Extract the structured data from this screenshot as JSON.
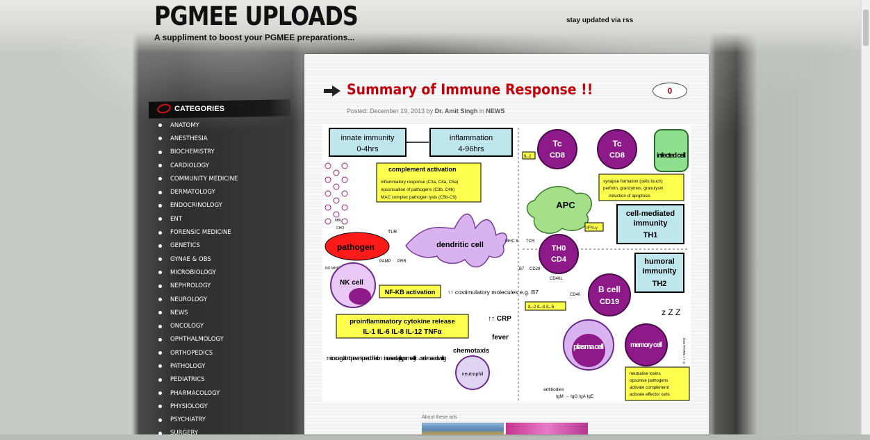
{
  "site": {
    "title": "PGMEE UPLOADS",
    "tagline": "A suppliment to boost your PGMEE preparations...",
    "rss": "stay updated via rss"
  },
  "sidebar": {
    "heading": "CATEGORIES",
    "items": [
      {
        "label": "ANATOMY"
      },
      {
        "label": "ANESTHESIA"
      },
      {
        "label": "BIOCHEMISTRY"
      },
      {
        "label": "CARDIOLOGY"
      },
      {
        "label": "COMMUNITY MEDICINE"
      },
      {
        "label": "DERMATOLOGY"
      },
      {
        "label": "ENDOCRINOLOGY"
      },
      {
        "label": "ENT"
      },
      {
        "label": "FORENSIC MEDICINE"
      },
      {
        "label": "GENETICS"
      },
      {
        "label": "GYNAE & OBS"
      },
      {
        "label": "MICROBIOLOGY"
      },
      {
        "label": "NEPHROLOGY"
      },
      {
        "label": "NEUROLOGY"
      },
      {
        "label": "NEWS"
      },
      {
        "label": "ONCOLOGY"
      },
      {
        "label": "OPHTHALMOLOGY"
      },
      {
        "label": "ORTHOPEDICS"
      },
      {
        "label": "PATHOLOGY"
      },
      {
        "label": "PEDIATRICS"
      },
      {
        "label": "PHARMACOLOGY"
      },
      {
        "label": "PHYSIOLOGY"
      },
      {
        "label": "PSYCHIATRY"
      },
      {
        "label": "SURGERY"
      }
    ]
  },
  "post": {
    "title": "Summary of Immune Response !!",
    "comments": "0",
    "posted_label": "Posted:",
    "date": "December 19, 2013",
    "by_label": "by",
    "author": "Dr. Amit Singh",
    "in_label": "in",
    "category": "NEWS"
  },
  "diagram": {
    "innate": "innate immunity",
    "innate_time": "0-4hrs",
    "inflammation": "inflammation",
    "inflammation_time": "4-96hrs",
    "complement": "complement activation",
    "complement_1": "inflammatory response (C3a, C4a, C5a)",
    "complement_2": "opsonisation of pathogens (C3b, C4b)",
    "complement_3": "MAC complex pathogen lysis (C5b-C9)",
    "pathogen": "pathogen",
    "dendritic": "dendritic cell",
    "nk": "NK cell",
    "nfkb": "NF-KB activation",
    "costim": "↑↑ costimulatory molecules e.g. B7",
    "cytokine": "proinflammatory cytokine release",
    "cytokine_list": "IL-1  IL-6  IL-8  IL-12  TNFα",
    "crp": "↑↑ CRP",
    "fever": "fever",
    "chemotaxis": "chemotaxis",
    "micro": "micro-coagulation to prevent spread of infection",
    "capillary": "increased capillary permeability → oedema and swelling",
    "neutrophil": "neutrophil",
    "tlr": "TLR",
    "mbl": "MBL",
    "cho": "CHO",
    "pamp": "PAMP",
    "prr": "PRR",
    "nomhc": "NO MHC I",
    "mhc2": "MHC II",
    "tcr": "TCR",
    "tc8a": "Tc",
    "tc8b": "CD8",
    "infected": "infected cell",
    "synapse_1": "synapse formation (cells touch)",
    "synapse_2": "perforin, granzymes, granulysin",
    "synapse_3": "induction of apoptosis",
    "apc": "APC",
    "il2": "IL-2",
    "ifn": "IFN-γ",
    "cmi_1": "cell-mediated",
    "cmi_2": "immunity",
    "cmi_3": "TH1",
    "th0a": "TH0",
    "th0b": "CD4",
    "humoral_1": "humoral",
    "humoral_2": "immunity",
    "humoral_3": "TH2",
    "bcell_a": "B cell",
    "bcell_b": "CD19",
    "il_list": "IL-2  IL-4  IL-5",
    "plasma": "plasma cell",
    "memory": "memory cell",
    "zzz": "z Z Z",
    "antibodies": "antibodies",
    "ab_classes": "IgM → IgG  IgA  IgE",
    "neut_1": "neutralise toxins",
    "neut_2": "opsonise pathogens",
    "neut_3": "activate complement",
    "neut_4": "activate effector cells",
    "b7": "B7",
    "cd28": "CD28",
    "cd40l": "CD40L",
    "cd40": "CD40",
    "copyright": "© L J Watson 2011"
  },
  "ads": {
    "label": "About these ads"
  },
  "colors": {
    "title_red": "#c1000b",
    "purple": "#8e1a8a",
    "yellow_box": "#ffff4d",
    "cyan_box": "#bfe6ec"
  }
}
